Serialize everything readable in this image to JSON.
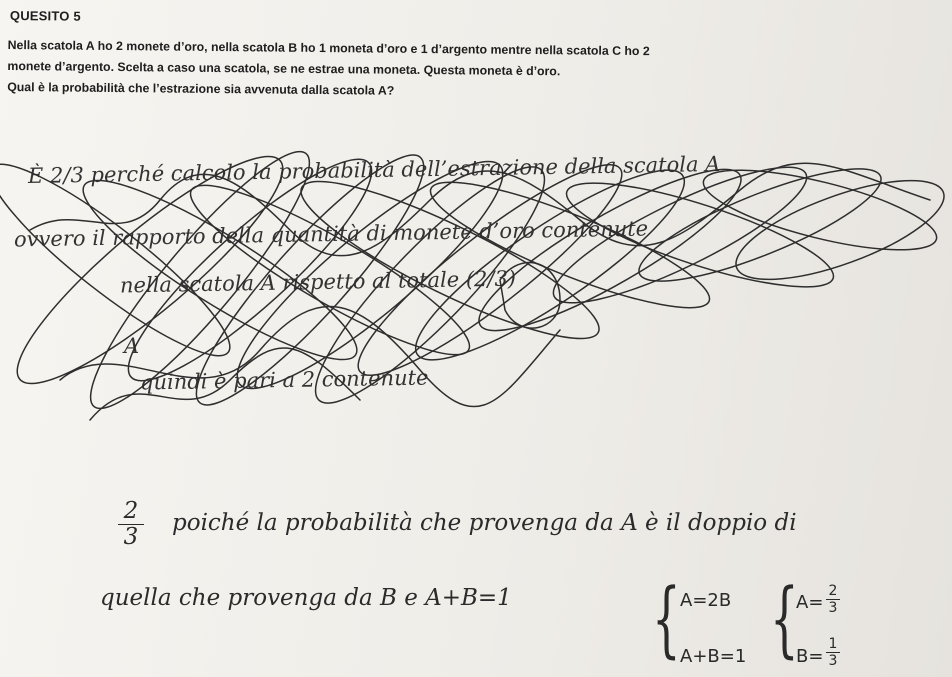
{
  "question": {
    "title": "QUESITO 5",
    "lines": [
      "Nella scatola A ho 2 monete d’oro, nella scatola B ho 1 moneta d’oro e 1 d’argento mentre nella scatola C ho 2",
      "monete d’argento. Scelta a caso una scatola, se ne estrae una moneta. Questa moneta è d’oro.",
      "Qual è la probabilità che l’estrazione sia avvenuta dalla scatola A?"
    ]
  },
  "crossed_out": {
    "lines": [
      "È 2/3 perché calcolo la probabilità dell’estrazione della scatola A",
      "ovvero il rapporto della quantità di monete d’oro contenute",
      "nella scatola A rispetto al totale (2/3)",
      "A",
      "quindi è pari a 2 contenute"
    ]
  },
  "answer": {
    "fraction": {
      "num": "2",
      "den": "3"
    },
    "line1": "poiché la probabilità che provenga da A è il doppio di",
    "line2": "quella che provenga da B e A+B=1",
    "system1": [
      "A=2B",
      "A+B=1"
    ],
    "system2_A": {
      "label": "A=",
      "num": "2",
      "den": "3"
    },
    "system2_B": {
      "label": "B=",
      "num": "1",
      "den": "3"
    }
  }
}
